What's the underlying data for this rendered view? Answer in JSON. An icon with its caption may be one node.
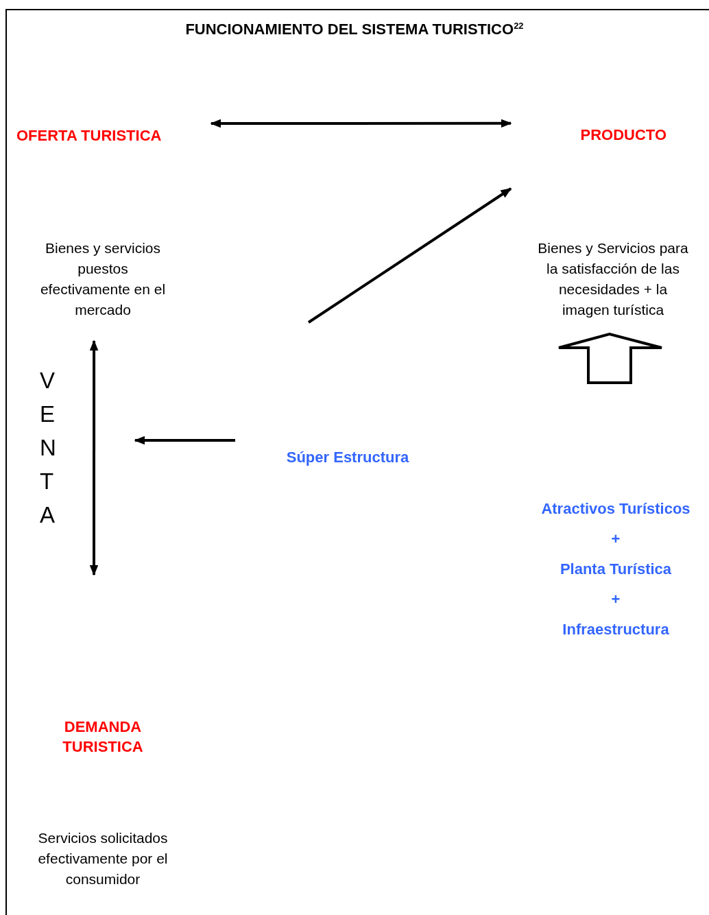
{
  "diagram": {
    "title": "FUNCIONAMIENTO DEL SISTEMA TURISTICO$^{22}$",
    "nodes": [
      {
        "text": [
          "OFERTA TURISTICA"
        ]
      },
      {
        "text": [
          "PRODUCTO"
        ]
      },
      {
        "text": [
          "Bienes y servicios puestos efectivamente en el mercado"
        ]
      },
      {
        "text": [
          "Bienes y Servicios para la satisfacción de las necesidades + la imagen turística"
        ]
      },
      {
        "text": [
          "Súper Estructura"
        ]
      },
      {
        "text": [
          "Atractivos Turísticos",
          "+",
          "Planta Turística",
          "+",
          "Infraestructura"
        ]
      },
      {
        "text": [
          "DEMANDA TURISTICA"
        ]
      },
      {
        "text": [
          "Servicios solicitados efectivamente por el consumidor"
        ]
      }
    ],
    "edges": [
      {
        "from": 0,
        "to": 1,
        "arrow": "both"
      },
      {
        "from": null,
        "to": 1,
        "arrow": "to"
      },
      {
        "from": 2,
        "to": null,
        "arrow": "both"
      },
      {
        "from": null,
        "to": 3,
        "arrow": "to"
      }
    ],
    "labels": [
      "VENTA"
    ]
  }
}
